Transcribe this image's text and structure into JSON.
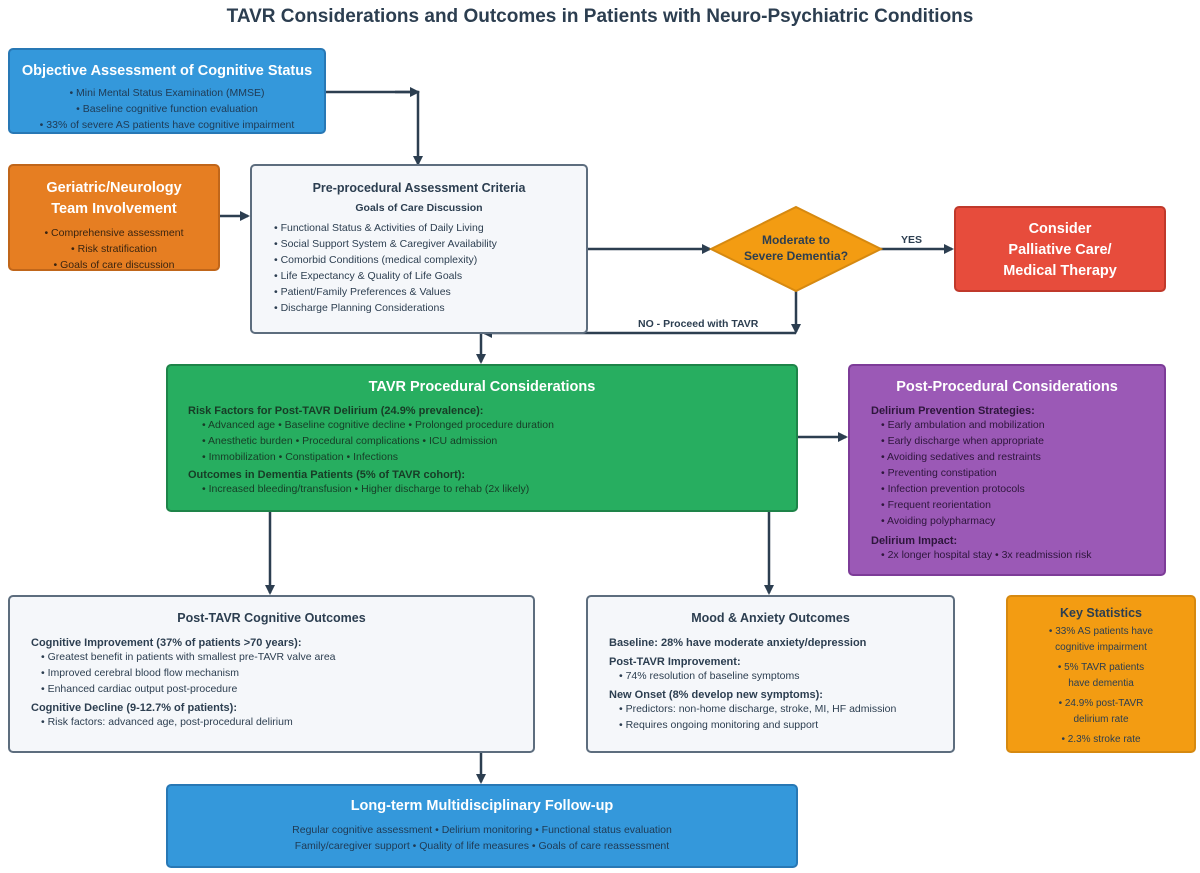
{
  "title": "TAVR Considerations and Outcomes in Patients with Neuro-Psychiatric Conditions",
  "objective": {
    "title": "Objective Assessment of Cognitive Status",
    "items": [
      "• Mini Mental Status Examination (MMSE)",
      "• Baseline cognitive function evaluation",
      "• 33% of severe AS patients have cognitive impairment"
    ]
  },
  "geriatric": {
    "title1": "Geriatric/Neurology",
    "title2": "Team Involvement",
    "items": [
      "• Comprehensive assessment",
      "• Risk stratification",
      "• Goals of care discussion"
    ]
  },
  "preproc": {
    "title": "Pre-procedural Assessment Criteria",
    "subtitle": "Goals of Care Discussion",
    "items": [
      "• Functional Status & Activities of Daily Living",
      "• Social Support System & Caregiver Availability",
      "• Comorbid Conditions (medical complexity)",
      "• Life Expectancy & Quality of Life Goals",
      "• Patient/Family Preferences & Values",
      "• Discharge Planning Considerations"
    ]
  },
  "decision": {
    "line1": "Moderate to",
    "line2": "Severe Dementia?",
    "yes": "YES",
    "no": "NO - Proceed with TAVR"
  },
  "palliative": {
    "lines": [
      "Consider",
      "Palliative Care/",
      "Medical Therapy"
    ]
  },
  "tavr": {
    "title": "TAVR Procedural Considerations",
    "risk_title": "Risk Factors for Post-TAVR Delirium (24.9% prevalence):",
    "risk_items": [
      "• Advanced age • Baseline cognitive decline • Prolonged procedure duration",
      "• Anesthetic burden • Procedural complications • ICU admission",
      "• Immobilization • Constipation • Infections"
    ],
    "outcome_title": "Outcomes in Dementia Patients (5% of TAVR cohort):",
    "outcome_items": [
      "• Increased bleeding/transfusion • Higher discharge to rehab (2x likely)"
    ]
  },
  "post": {
    "title": "Post-Procedural Considerations",
    "prev_title": "Delirium Prevention Strategies:",
    "prev_items": [
      "• Early ambulation and mobilization",
      "• Early discharge when appropriate",
      "• Avoiding sedatives and restraints",
      "• Preventing constipation",
      "• Infection prevention protocols",
      "• Frequent reorientation",
      "• Avoiding polypharmacy"
    ],
    "impact_title": "Delirium Impact:",
    "impact_items": [
      "• 2x longer hospital stay • 3x readmission risk"
    ]
  },
  "cognitive": {
    "title": "Post-TAVR Cognitive Outcomes",
    "imp_title": "Cognitive Improvement (37% of patients >70 years):",
    "imp_items": [
      "• Greatest benefit in patients with smallest pre-TAVR valve area",
      "• Improved cerebral blood flow mechanism",
      "• Enhanced cardiac output post-procedure"
    ],
    "dec_title": "Cognitive Decline (9-12.7% of patients):",
    "dec_items": [
      "• Risk factors: advanced age, post-procedural delirium"
    ]
  },
  "mood": {
    "title": "Mood & Anxiety Outcomes",
    "baseline": "Baseline: 28% have moderate anxiety/depression",
    "imp_title": "Post-TAVR Improvement:",
    "imp_items": [
      "• 74% resolution of baseline symptoms"
    ],
    "onset_title": "New Onset (8% develop new symptoms):",
    "onset_items": [
      "• Predictors: non-home discharge, stroke, MI, HF admission",
      "• Requires ongoing monitoring and support"
    ]
  },
  "stats": {
    "title": "Key Statistics",
    "items": [
      [
        "• 33% AS patients have",
        "cognitive impairment"
      ],
      [
        "• 5% TAVR patients",
        "have dementia"
      ],
      [
        "• 24.9% post-TAVR",
        "delirium rate"
      ],
      [
        "• 2.3% stroke rate"
      ]
    ]
  },
  "followup": {
    "title": "Long-term Multidisciplinary Follow-up",
    "lines": [
      "Regular cognitive assessment • Delirium monitoring • Functional status evaluation",
      "Family/caregiver support • Quality of life measures • Goals of care reassessment"
    ]
  },
  "colors": {
    "blue": "#3498db",
    "orange": "#e67e22",
    "red": "#e74c3c",
    "green": "#27ae60",
    "purple": "#9b59b6",
    "amber": "#f39c12",
    "decision": "#f39c12",
    "arrow": "#2c3e50"
  }
}
